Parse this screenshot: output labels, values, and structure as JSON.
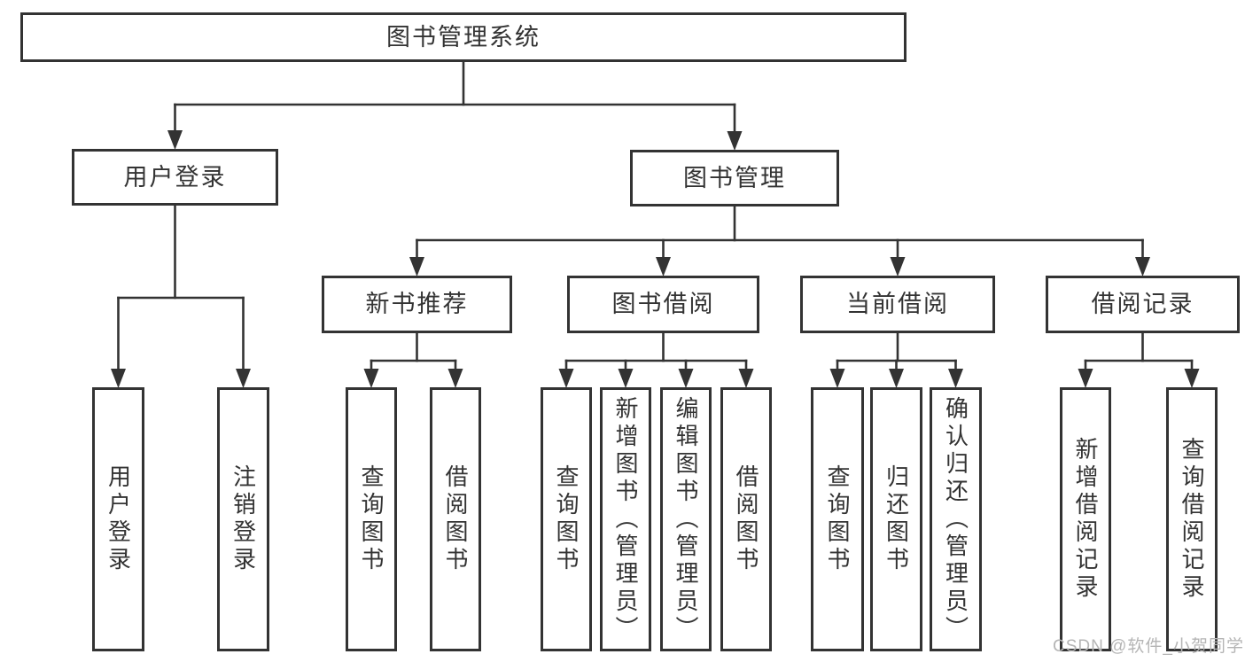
{
  "page": {
    "background": "#ffffff"
  },
  "colors": {
    "line": "#333333",
    "box_border": "#333333",
    "text": "#333333",
    "watermark": "#b5b5b5"
  },
  "watermark": {
    "text": "CSDN @软件_小贺同学"
  },
  "nodes": {
    "root": {
      "label": "图书管理系统"
    },
    "user_login": {
      "label": "用户登录"
    },
    "book_mgmt": {
      "label": "图书管理"
    },
    "new_book_rec": {
      "label": "新书推荐"
    },
    "book_borrow": {
      "label": "图书借阅"
    },
    "current_borrow": {
      "label": "当前借阅"
    },
    "borrow_records": {
      "label": "借阅记录"
    },
    "leaf_user_login": {
      "label": "用户登录"
    },
    "leaf_logout": {
      "label": "注销登录"
    },
    "leaf_query_book_1": {
      "label": "查询图书"
    },
    "leaf_borrow_book_1": {
      "label": "借阅图书"
    },
    "leaf_query_book_2": {
      "label": "查询图书"
    },
    "leaf_add_book": {
      "label": "新增图书（管理员）"
    },
    "leaf_edit_book": {
      "label": "编辑图书（管理员）"
    },
    "leaf_borrow_book_2": {
      "label": "借阅图书"
    },
    "leaf_query_book_3": {
      "label": "查询图书"
    },
    "leaf_return_book": {
      "label": "归还图书"
    },
    "leaf_confirm_return": {
      "label": "确认归还（管理员）"
    },
    "leaf_add_borrow_record": {
      "label": "新增借阅记录"
    },
    "leaf_query_borrow_record": {
      "label": "查询借阅记录"
    }
  }
}
